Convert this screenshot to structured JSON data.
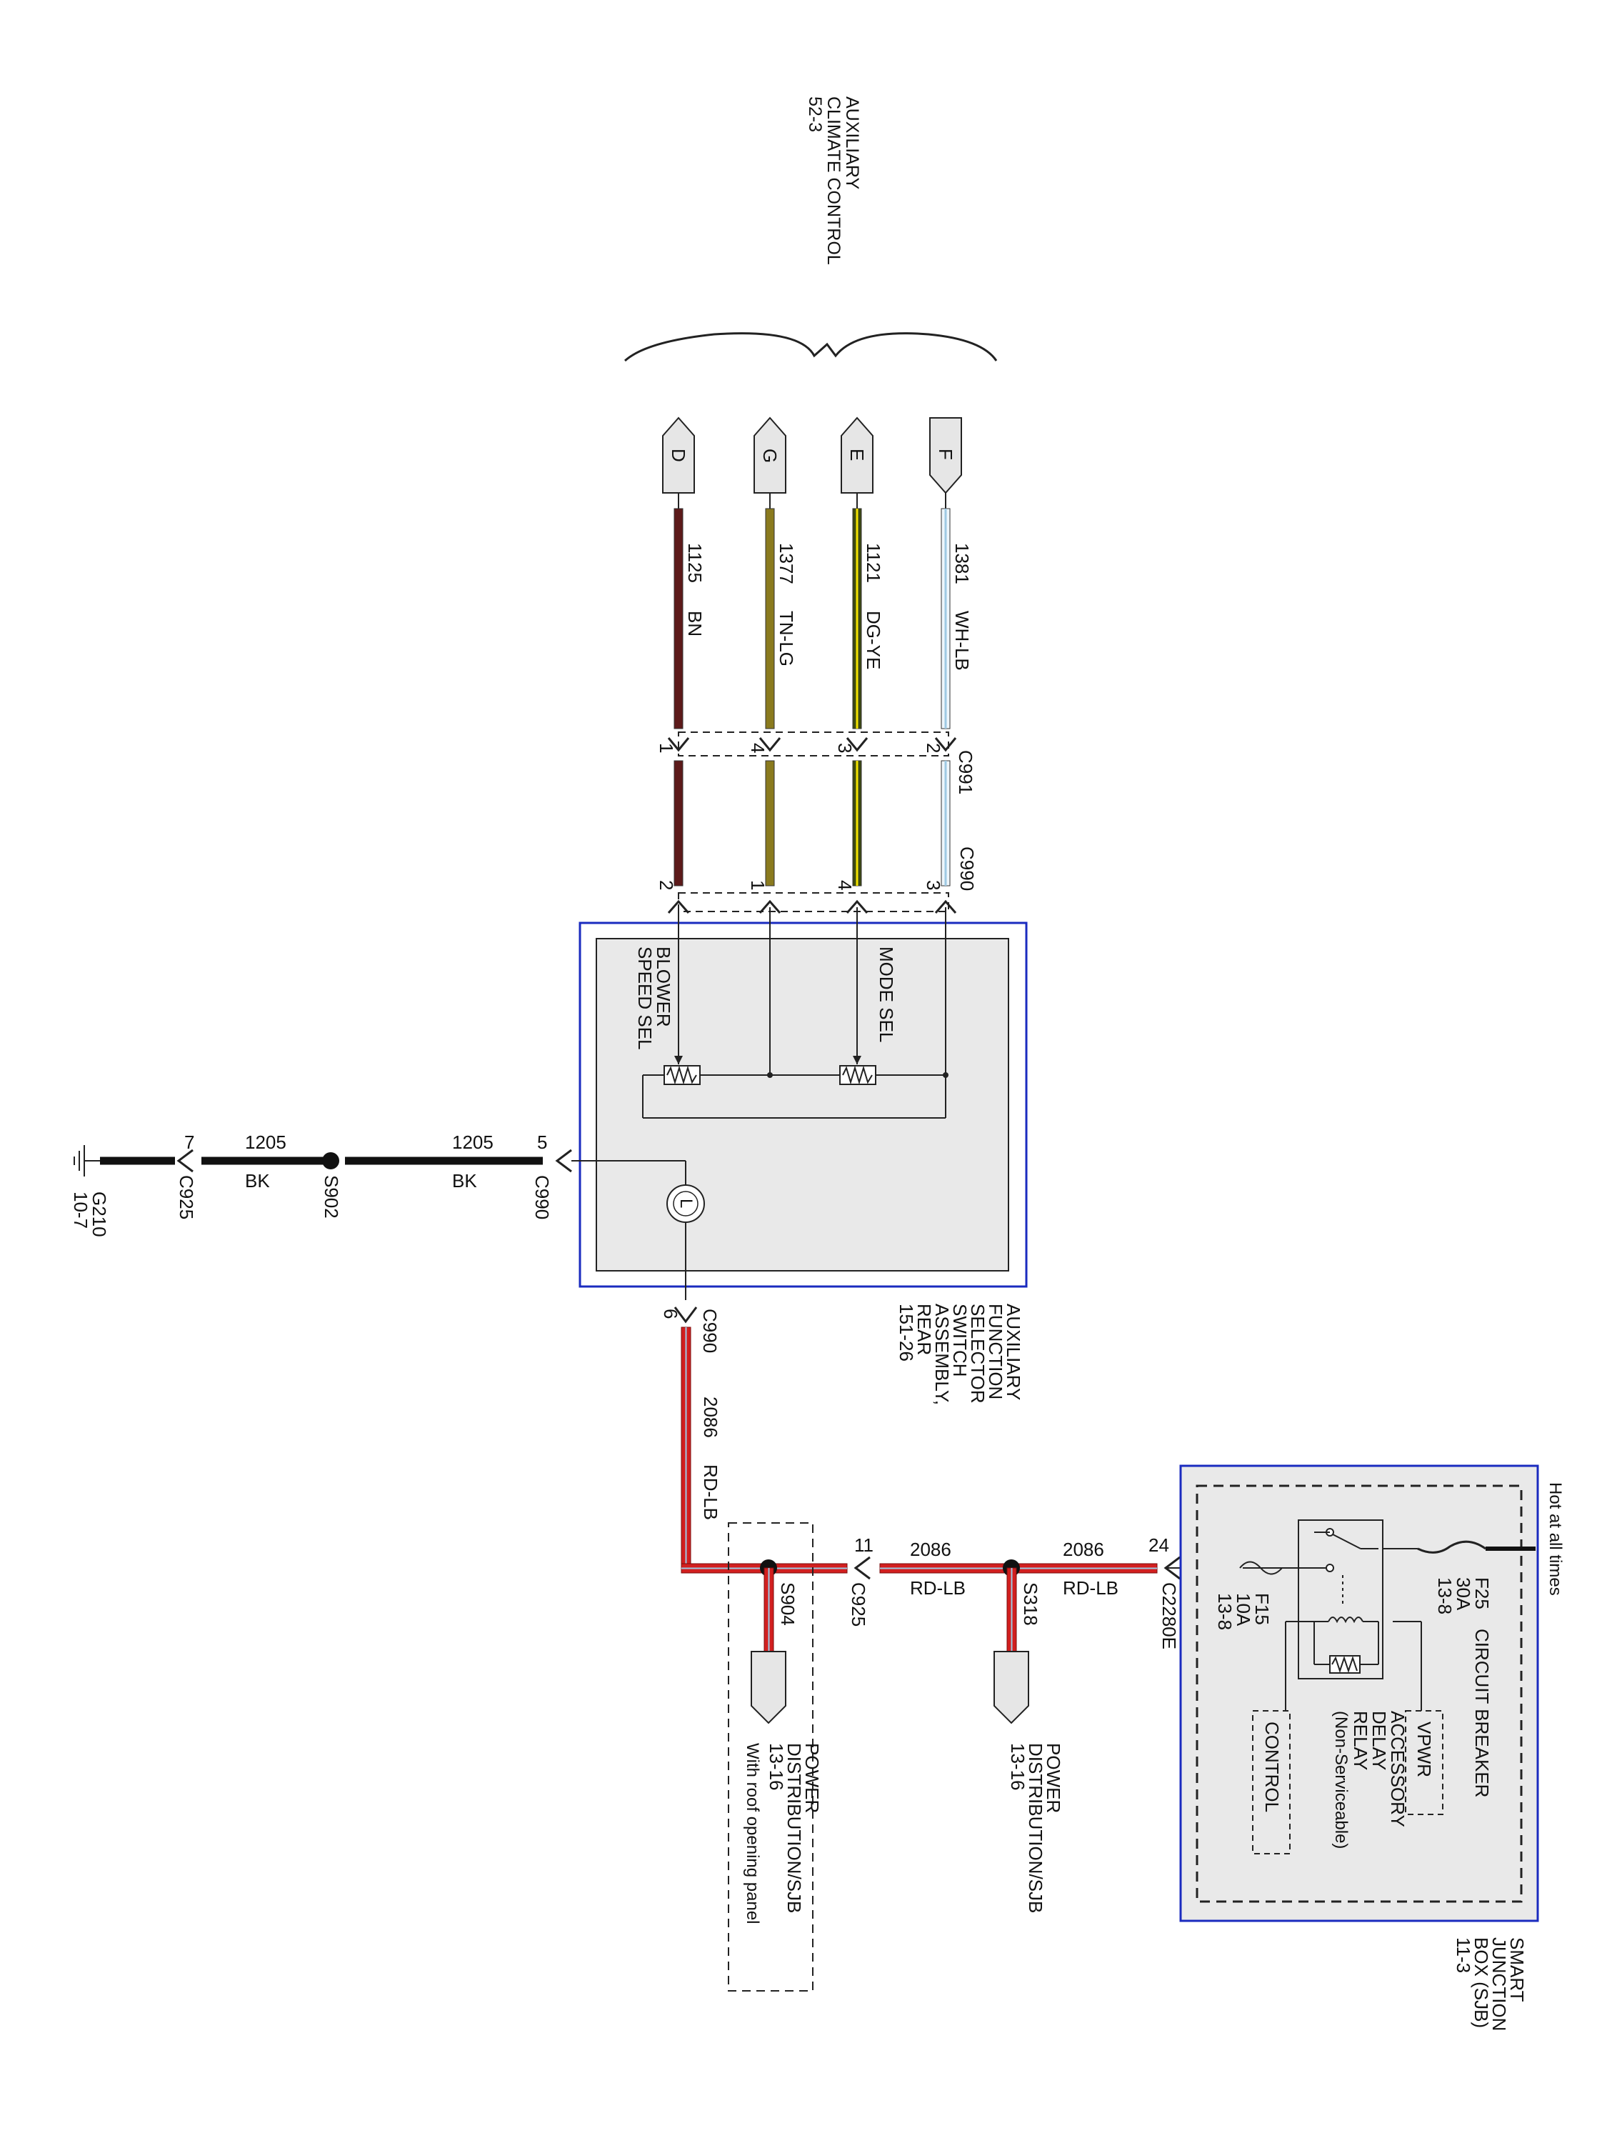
{
  "top_component": {
    "name_lines": [
      "AUXILIARY",
      "CLIMATE CONTROL",
      "52-3"
    ]
  },
  "top_pins": [
    {
      "pin": "D",
      "circuit": "1125",
      "color_code": "BN",
      "c991_pin": "1",
      "c990_pin": "2",
      "wire_color": "#5c1a1a",
      "stripe_color": "#5c1a1a"
    },
    {
      "pin": "G",
      "circuit": "1377",
      "color_code": "TN-LG",
      "c991_pin": "4",
      "c990_pin": "1",
      "wire_color": "#8a7a1e",
      "stripe_color": "#8a7a1e"
    },
    {
      "pin": "E",
      "circuit": "1121",
      "color_code": "DG-YE",
      "c991_pin": "3",
      "c990_pin": "4",
      "wire_color": "#3d4a12",
      "stripe_color": "#f5e400"
    },
    {
      "pin": "F",
      "circuit": "1381",
      "color_code": "WH-LB",
      "c991_pin": "2",
      "c990_pin": "3",
      "wire_color": "#eef6fb",
      "stripe_color": "#9ec9e3"
    }
  ],
  "connectors": {
    "c991": "C991",
    "c990": "C990",
    "c925": "C925",
    "c2280e": "C2280E"
  },
  "switch_assembly": {
    "blower_lines": [
      "BLOWER",
      "SPEED SEL"
    ],
    "mode_lines": [
      "MODE SEL"
    ],
    "lamp_glyph": "L",
    "name_lines": [
      "AUXILIARY",
      "FUNCTION",
      "SELECTOR",
      "SWITCH",
      "ASSEMBLY,",
      "REAR",
      "151-26"
    ],
    "border_color": "#1a2bbf",
    "fill_color": "#e9e9e9"
  },
  "ground": {
    "circuit": "1205",
    "color_code": "BK",
    "pin_c990": "5",
    "pin_c925": "7",
    "splice": "S902",
    "ground_id": "G210",
    "ground_ref": "10-7"
  },
  "feed": {
    "circuit": "2086",
    "color_code": "RD-LB",
    "pin_c990": "6",
    "pin_c925": "11",
    "pin_c2280e": "24",
    "wire_color": "#d21f1f",
    "stripe_color": "#9ec9e3"
  },
  "splice_s904": {
    "label": "S904",
    "dest_lines": [
      "POWER",
      "DISTRIBUTION/SJB",
      "13-16"
    ],
    "note": "With roof opening panel"
  },
  "splice_s318": {
    "label": "S318",
    "dest_lines": [
      "POWER",
      "DISTRIBUTION/SJB",
      "13-16"
    ]
  },
  "sjb": {
    "hot_label": "Hot at all times",
    "f25_lines": [
      "F25",
      "30A",
      "13-8"
    ],
    "circuit_breaker": "CIRCUIT BREAKER",
    "f15_lines": [
      "F15",
      "10A",
      "13-8"
    ],
    "vpwr": "VPWR",
    "relay_lines": [
      "ACCESSORY",
      "DELAY",
      "RELAY",
      "(Non-Serviceable)"
    ],
    "control": "CONTROL",
    "name_lines": [
      "SMART",
      "JUNCTION",
      "BOX (SJB)",
      "11-3"
    ]
  }
}
